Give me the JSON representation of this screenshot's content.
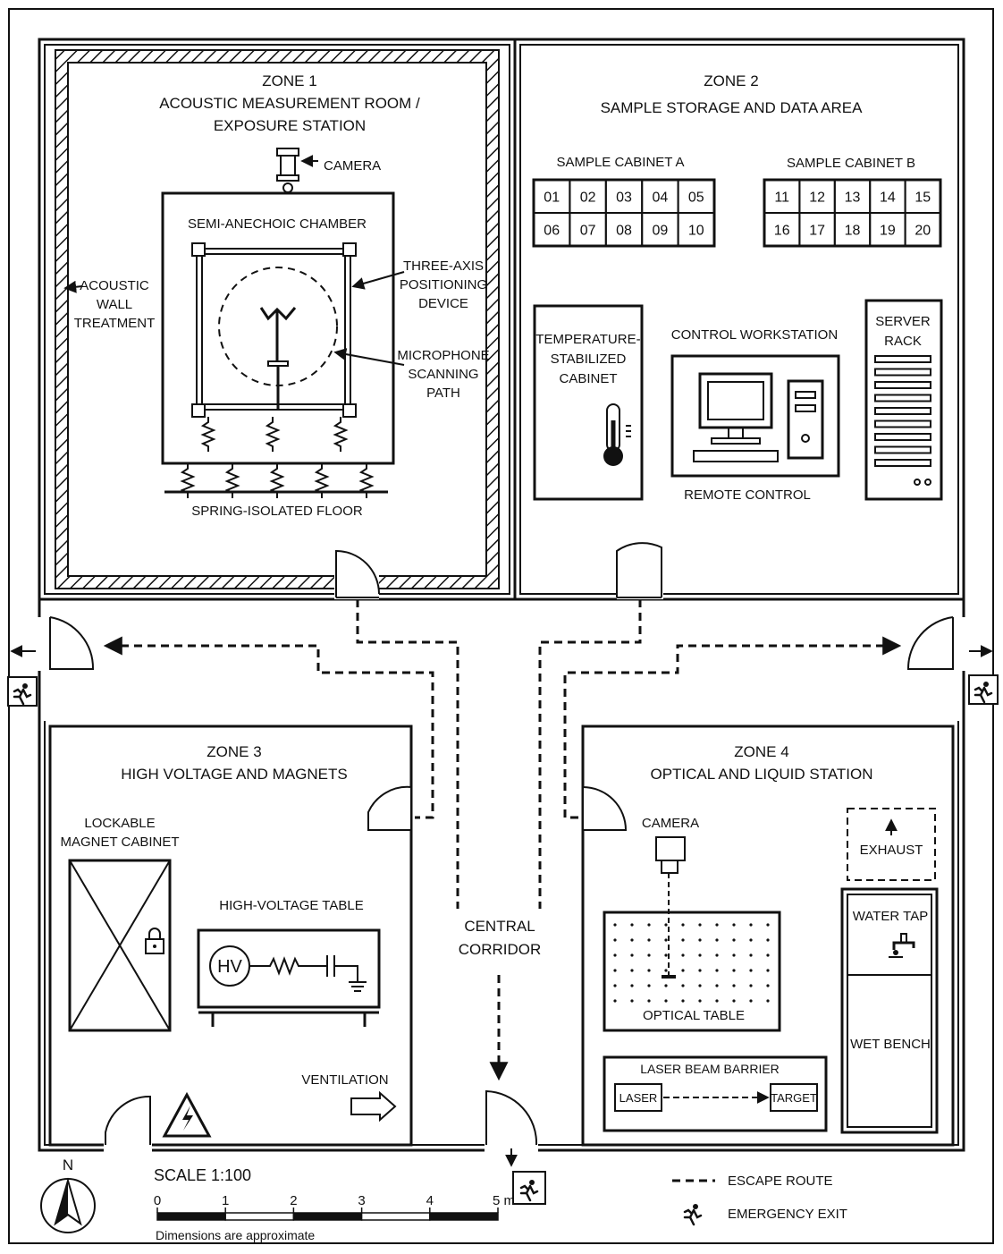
{
  "zone1": {
    "title": "ZONE 1",
    "subtitle1": "ACOUSTIC MEASUREMENT ROOM /",
    "subtitle2": "EXPOSURE STATION",
    "camera": "CAMERA",
    "chamber": "SEMI-ANECHOIC CHAMBER",
    "wall_treatment": [
      "ACOUSTIC",
      "WALL",
      "TREATMENT"
    ],
    "positioning": [
      "THREE-AXIS",
      "POSITIONING",
      "DEVICE"
    ],
    "microphone": [
      "MICROPHONE",
      "SCANNING",
      "PATH"
    ],
    "floor": "SPRING-ISOLATED FLOOR"
  },
  "zone2": {
    "title": "ZONE 2",
    "subtitle": "SAMPLE STORAGE AND DATA AREA",
    "cabinet_a": {
      "label": "SAMPLE CABINET A",
      "cells": [
        "01",
        "02",
        "03",
        "04",
        "05",
        "06",
        "07",
        "08",
        "09",
        "10"
      ]
    },
    "cabinet_b": {
      "label": "SAMPLE CABINET B",
      "cells": [
        "11",
        "12",
        "13",
        "14",
        "15",
        "16",
        "17",
        "18",
        "19",
        "20"
      ]
    },
    "temp_cabinet": [
      "TEMPERATURE-",
      "STABILIZED",
      "CABINET"
    ],
    "workstation": "CONTROL WORKSTATION",
    "remote": "REMOTE CONTROL",
    "server": [
      "SERVER",
      "RACK"
    ]
  },
  "zone3": {
    "title": "ZONE 3",
    "subtitle": "HIGH VOLTAGE AND MAGNETS",
    "magnet_cabinet": [
      "LOCKABLE",
      "MAGNET CABINET"
    ],
    "hv_table": "HIGH-VOLTAGE TABLE",
    "hv": "HV",
    "ventilation": "VENTILATION"
  },
  "zone4": {
    "title": "ZONE 4",
    "subtitle": "OPTICAL AND LIQUID STATION",
    "camera": "CAMERA",
    "exhaust": "EXHAUST",
    "optical_table": "OPTICAL TABLE",
    "water_tap": "WATER TAP",
    "wet_bench": "WET BENCH",
    "barrier": "LASER BEAM BARRIER",
    "laser": "LASER",
    "target": "TARGET"
  },
  "corridor": [
    "CENTRAL",
    "CORRIDOR"
  ],
  "north": "N",
  "scale": {
    "label": "SCALE 1:100",
    "ticks": [
      "0",
      "1",
      "2",
      "3",
      "4",
      "5 m"
    ],
    "note": "Dimensions are approximate"
  },
  "legend": {
    "escape": "ESCAPE ROUTE",
    "exit": "EMERGENCY EXIT"
  },
  "icons": [
    "camera-icon",
    "thermometer-icon",
    "computer-icon",
    "lock-icon",
    "hazard-icon",
    "tap-icon",
    "exit-icon",
    "compass-icon"
  ]
}
